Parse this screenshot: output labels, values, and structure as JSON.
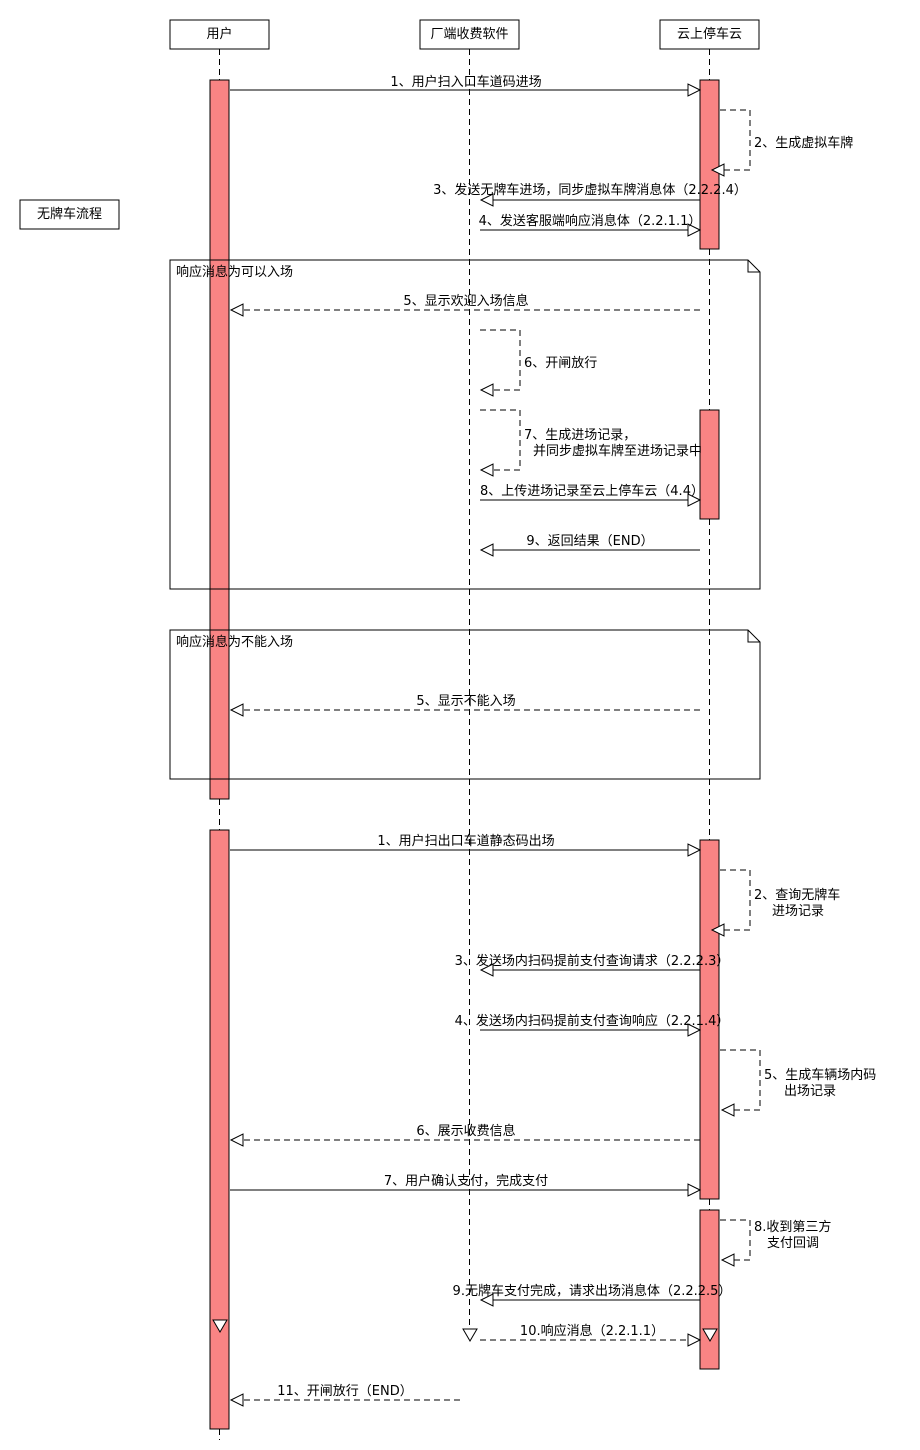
{
  "participants": {
    "user": "用户",
    "vendor": "厂端收费软件",
    "cloud": "云上停车云"
  },
  "note": "无牌车流程",
  "frames": {
    "allow": "响应消息为可以入场",
    "deny": "响应消息为不能入场"
  },
  "entry": {
    "m1": "1、用户扫入口车道码进场",
    "m2": "2、生成虚拟车牌",
    "m3": "3、发送无牌车进场，同步虚拟车牌消息体（2.2.2.4）",
    "m4": "4、发送客服端响应消息体（2.2.1.1）",
    "m5a": "5、显示欢迎入场信息",
    "m6": "6、开闸放行",
    "m7a": "7、生成进场记录，",
    "m7b": "并同步虚拟车牌至进场记录中",
    "m8": "8、上传进场记录至云上停车云（4.4）",
    "m9": "9、返回结果（END）",
    "m5b": "5、显示不能入场"
  },
  "exit": {
    "m1": "1、用户扫出口车道静态码出场",
    "m2a": "2、查询无牌车",
    "m2b": "进场记录",
    "m3": "3、发送场内扫码提前支付查询请求（2.2.2.3）",
    "m4": "4、发送场内扫码提前支付查询响应（2.2.1.4）",
    "m5a": "5、生成车辆场内码",
    "m5b": "出场记录",
    "m6": "6、展示收费信息",
    "m7": "7、用户确认支付，完成支付",
    "m8a": "8.收到第三方",
    "m8b": "支付回调",
    "m9": "9.无牌车支付完成，请求出场消息体（2.2.2.5）",
    "m10": "10.响应消息（2.2.1.1）",
    "m11": "11、开闸放行（END）"
  }
}
